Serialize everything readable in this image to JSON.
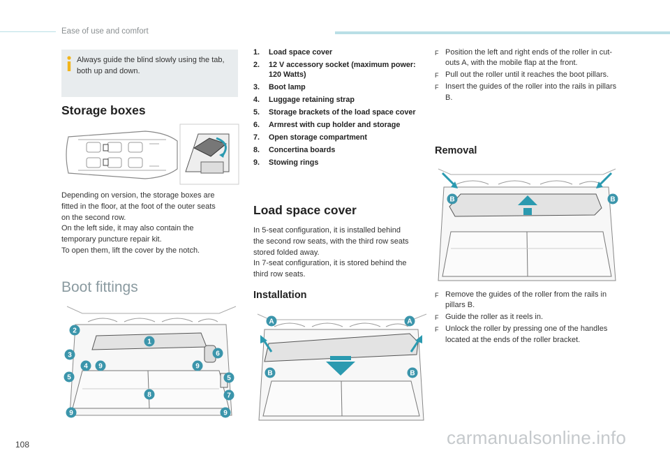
{
  "header": {
    "section": "Ease of use and comfort"
  },
  "page_number": "108",
  "watermark": "carmanualsonline.info",
  "note": {
    "text": "Always guide the blind slowly using the tab, both up and down."
  },
  "storage_boxes": {
    "title": "Storage boxes",
    "lines": [
      "Depending on version, the storage boxes are",
      "fitted in the floor, at the foot of the outer seats",
      "on the second row.",
      "On the left side, it may also contain the",
      "temporary puncture repair kit.",
      "To open them, lift the cover by the notch."
    ]
  },
  "boot_fittings": {
    "title": "Boot fittings",
    "callouts": [
      "1",
      "2",
      "3",
      "4",
      "5",
      "5",
      "6",
      "7",
      "8",
      "9",
      "9",
      "9",
      "9"
    ]
  },
  "numbered_list": [
    {
      "n": "1.",
      "text": "Load space cover"
    },
    {
      "n": "2.",
      "text": "12 V accessory socket (maximum power: 120 Watts)"
    },
    {
      "n": "3.",
      "text": "Boot lamp"
    },
    {
      "n": "4.",
      "text": "Luggage retaining strap"
    },
    {
      "n": "5.",
      "text": "Storage brackets of the load space cover"
    },
    {
      "n": "6.",
      "text": "Armrest with cup holder and storage"
    },
    {
      "n": "7.",
      "text": "Open storage compartment"
    },
    {
      "n": "8.",
      "text": "Concertina boards"
    },
    {
      "n": "9.",
      "text": "Stowing rings"
    }
  ],
  "load_space_cover": {
    "title": "Load space cover",
    "lines": [
      "In 5-seat configuration, it is installed behind",
      "the second row seats, with the third row seats",
      "stored folded away.",
      "In 7-seat configuration, it is stored behind the",
      "third row seats."
    ]
  },
  "installation": {
    "title": "Installation",
    "callouts": [
      "A",
      "A",
      "B",
      "B"
    ],
    "steps": [
      "Position the left and right ends of the roller in cut-outs A, with the mobile flap at the front.",
      "Pull out the roller until it reaches the boot pillars.",
      "Insert the guides of the roller into the rails in pillars B."
    ]
  },
  "removal": {
    "title": "Removal",
    "callouts": [
      "B",
      "B"
    ],
    "steps": [
      "Remove the guides of the roller from the rails in pillars B.",
      "Guide the roller as it reels in.",
      "Unlock the roller by pressing one of the handles located at the ends of the roller bracket."
    ]
  },
  "bullet_marker": "F",
  "colors": {
    "accent": "#2b9ab0",
    "callout": "#3b95ab",
    "note_bg": "#e8ecee",
    "header_line": "#b9dfe6"
  }
}
